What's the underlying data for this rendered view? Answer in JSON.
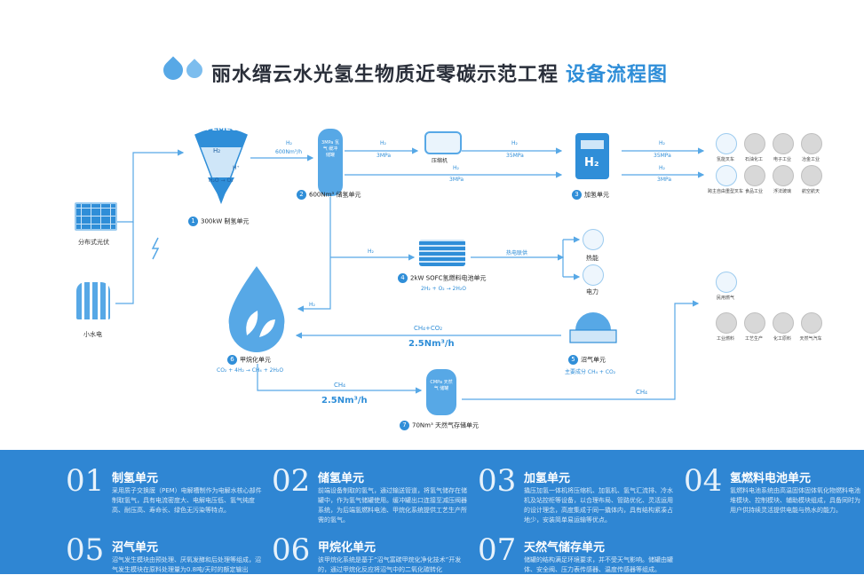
{
  "title": {
    "main": "丽水缙云水光氢生物质近零碳示范工程",
    "accent": "设备流程图"
  },
  "sources": {
    "pv": "分布式光伏",
    "hydro": "小水电"
  },
  "pemec": {
    "label": "PEMEC",
    "h2": "H₂",
    "hplus": "H⁺",
    "water": "H₂O → O₂",
    "unit": "300kW 制氢单元",
    "num": "1"
  },
  "flows": {
    "h2_600": "H₂",
    "rate_600": "600Nm³/h",
    "h2_a": "H₂",
    "p_a": "3MPa",
    "h2_b": "H₂",
    "p_b": "35MPa",
    "h2_c": "H₂",
    "p_c": "3MPa",
    "h2_d": "H₂",
    "p_d": "35MPa",
    "h2_e": "H₂",
    "p_e": "3MPa",
    "h2_sofc": "H₂",
    "heat_supply": "热电联供",
    "h2_meth": "H₂",
    "ch4co2": "CH₄+CO₂",
    "rate_biogas": "2.5Nm³/h",
    "ch4_out": "CH₄",
    "rate_ch4": "2.5Nm³/h",
    "ch4_right": "CH₄"
  },
  "storage": {
    "tank_text": "3MPa 氢气 缓冲 储罐",
    "unit": "600Nm³ 储氢单元",
    "num": "2"
  },
  "compressor": "压缩机",
  "refuel": {
    "unit": "加氢单元",
    "num": "3"
  },
  "sofc": {
    "unit": "2kW SOFC氢燃料电池单元",
    "num": "4",
    "eq": "2H₂ + O₂ → 2H₂O",
    "heat": "热能",
    "power": "电力"
  },
  "biogas": {
    "unit": "沼气单元",
    "num": "5",
    "sub": "主要成分 CH₄ + CO₂"
  },
  "methanation": {
    "unit": "甲烷化单元",
    "num": "6",
    "eq": "CO₂ + 4H₂ → CH₄ + 2H₂O"
  },
  "gasstore": {
    "unit": "70Nm³ 天然气存储单元",
    "num": "7",
    "tank_text": "CMPa 天然气 储罐"
  },
  "end_users": {
    "row1": [
      "氢能叉车",
      "石油化工",
      "电子工业",
      "冶金工业"
    ],
    "row2": [
      "跨主自由重型叉车",
      "食品工业",
      "浮法玻璃",
      "航空航天"
    ],
    "gas_top": "民用燃气",
    "gas_row": [
      "工业燃料",
      "工艺生产",
      "化工原料",
      "天然气汽车"
    ]
  },
  "cards": [
    {
      "num": "01",
      "title": "制氢单元",
      "desc": "采用质子交换膜（PEM）电解槽制作为电解水核心部件制取氢气，具有电流密度大、电解电压低、氢气纯度高、耐压高、寿命长、绿色无污染等特点。"
    },
    {
      "num": "02",
      "title": "储氢单元",
      "desc": "前端设备制取的氢气，通过输送管道，将氢气储存在储罐中，作为氢气储罐使用。缓冲罐出口连接至减压阀器系统，为后端氢燃料电池、甲烷化系统提供工艺生产所需的氢气。"
    },
    {
      "num": "03",
      "title": "加氢单元",
      "desc": "撬压加氢一体机将压缩机、加氢机、氢气汇流排、冷水机及站控柜等设备，以合理布局、管路优化、灵活运用的设计理念，高度集成于同一撬体内，具有结构紧凑占地少，安装简单易运输等优点。"
    },
    {
      "num": "04",
      "title": "氢燃料电池单元",
      "desc": "氢燃料电池系统由高温固体固体氧化物燃料电池堆模块、控制模块、辅助模块组成，具备同时为用户供持续灵活提供电能与热水的能力。"
    },
    {
      "num": "05",
      "title": "沼气单元",
      "desc": "沼气发生模块由预处理、厌氧发酵和后处理等组成，沼气发生模块在原料处理量为0.8吨/天时的额定输出"
    },
    {
      "num": "06",
      "title": "甲烷化单元",
      "desc": "该甲烷化系统是基于“沼气富碳甲烷化净化技术”开发的，通过甲烷化反应将沼气中的二氧化碳转化"
    },
    {
      "num": "07",
      "title": "天然气储存单元",
      "desc": "储罐的结构满足环境要求，并不受天气影响。储罐由罐体、安全阀、压力表传感器、温度传感器等组成。"
    }
  ],
  "colors": {
    "accent": "#2f8ed8",
    "band": "#2f86d3",
    "light": "#57a8e6"
  }
}
